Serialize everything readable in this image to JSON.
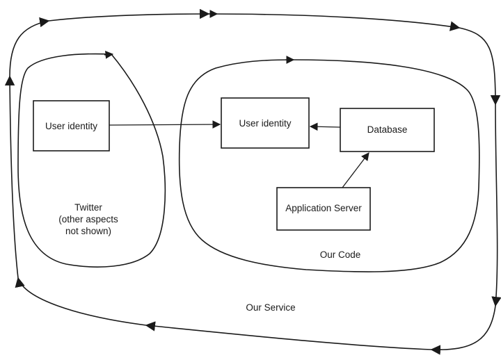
{
  "colors": {
    "line": "#1a1a1a",
    "background": "#ffffff"
  },
  "regions": {
    "our_service": "Our Service",
    "our_code": "Our Code",
    "twitter": [
      "Twitter",
      "(other aspects",
      "not shown)"
    ]
  },
  "boxes": {
    "twitter_user_identity": "User identity",
    "our_user_identity": "User identity",
    "database": "Database",
    "application_server": "Application Server"
  }
}
